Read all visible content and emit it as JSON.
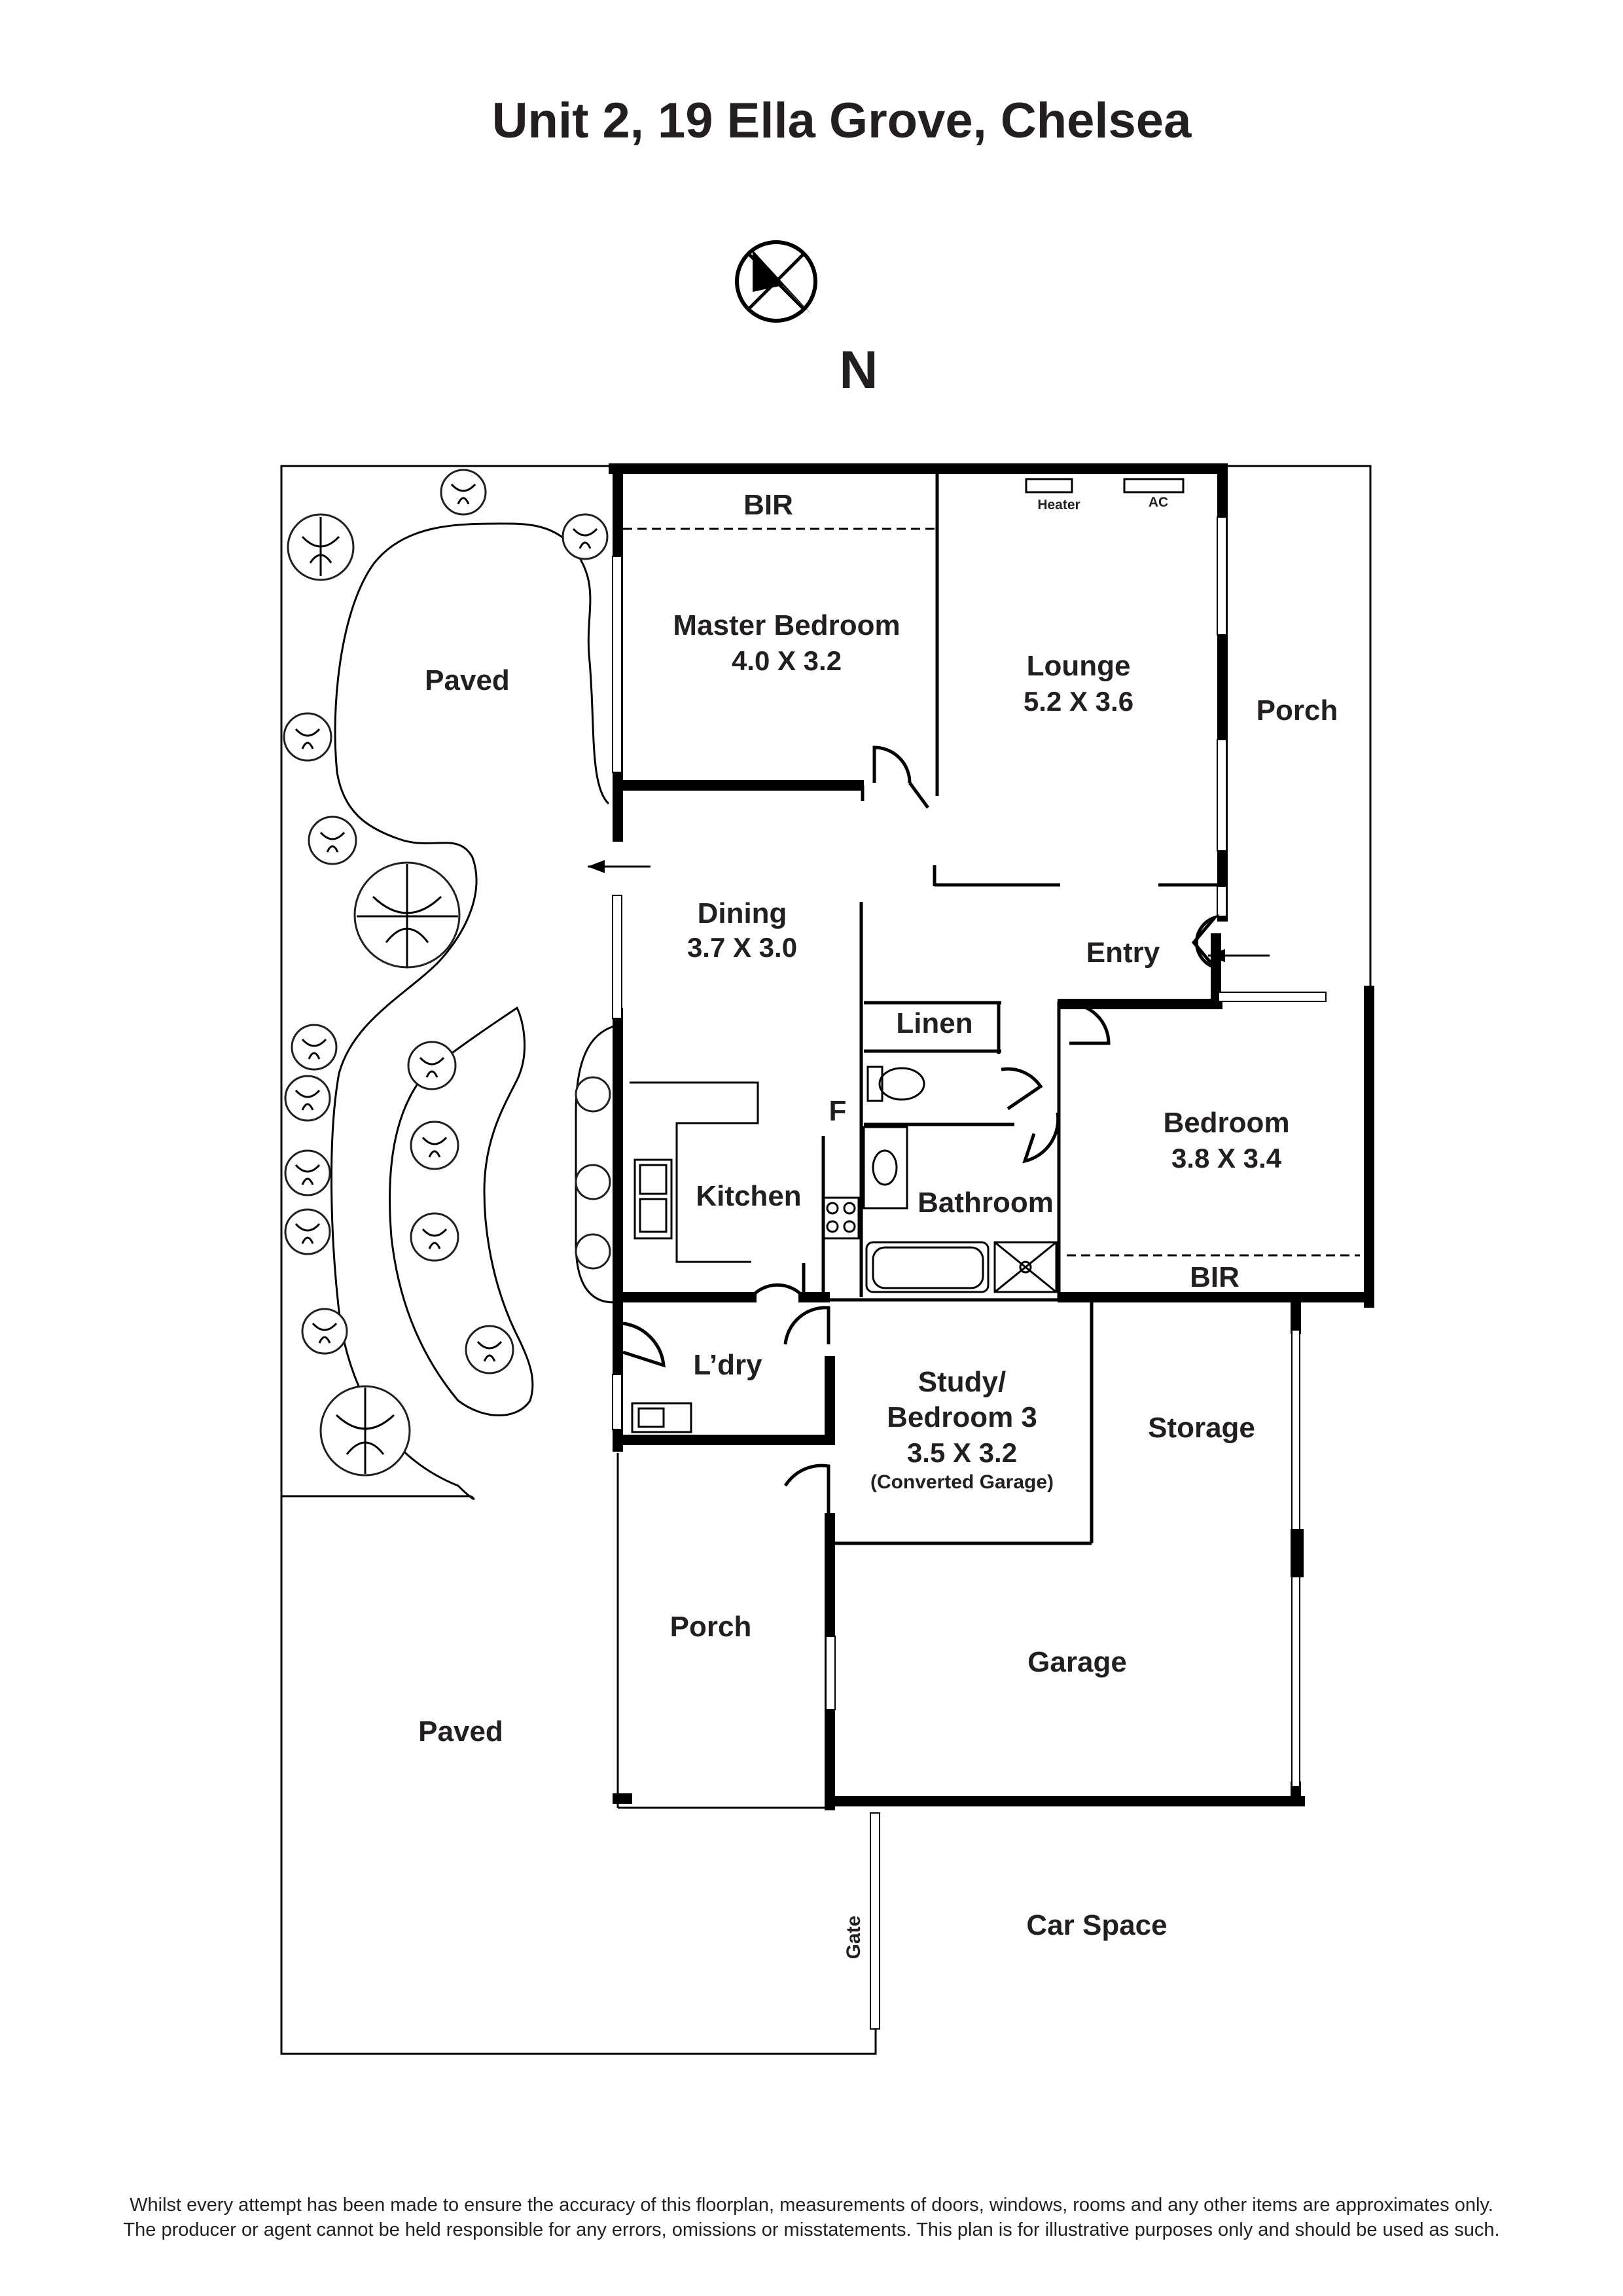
{
  "title": "Unit 2, 19 Ella Grove, Chelsea",
  "compass": {
    "label": "N"
  },
  "rooms": {
    "master_bir": "BIR",
    "master_bedroom": {
      "name": "Master Bedroom",
      "dims": "4.0 X 3.2"
    },
    "lounge": {
      "name": "Lounge",
      "dims": "5.2 X 3.6"
    },
    "heater": "Heater",
    "ac": "AC",
    "porch_front": "Porch",
    "entry": "Entry",
    "dining": {
      "name": "Dining",
      "dims": "3.7 X 3.0"
    },
    "linen": "Linen",
    "fridge": "F",
    "kitchen": "Kitchen",
    "bathroom": "Bathroom",
    "bedroom": {
      "name": "Bedroom",
      "dims": "3.8 X 3.4"
    },
    "bedroom_bir": "BIR",
    "laundry": "L’dry",
    "study": {
      "name_line1": "Study/",
      "name_line2": "Bedroom 3",
      "dims": "3.5 X 3.2",
      "note": "(Converted Garage)"
    },
    "storage": "Storage",
    "porch_side": "Porch",
    "garage": "Garage",
    "paved_top": "Paved",
    "paved_bottom": "Paved",
    "car_space": "Car Space",
    "gate": "Gate"
  },
  "disclaimer": {
    "line1": "Whilst every attempt has been made to ensure the accuracy of this floorplan, measurements of doors, windows, rooms and any other items are approximates only.",
    "line2": "The producer or agent cannot be held responsible for any errors, omissions or misstatements. This plan is for illustrative purposes only and should be used as such."
  }
}
